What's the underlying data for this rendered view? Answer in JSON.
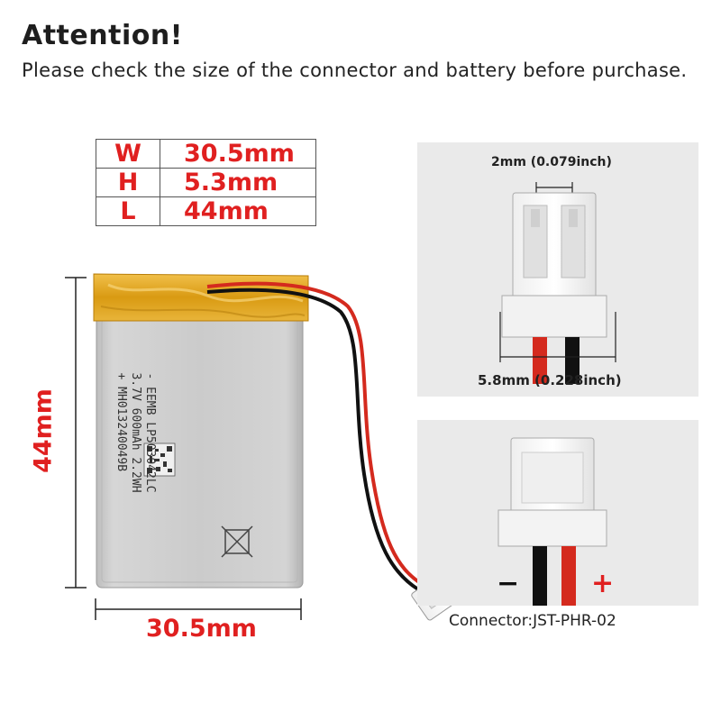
{
  "header": {
    "title": "Attention!",
    "subtitle": "Please check the size of the connector and battery before purchase."
  },
  "dimensions_table": {
    "rows": [
      {
        "key": "W",
        "value": "30.5mm"
      },
      {
        "key": "H",
        "value": "5.3mm"
      },
      {
        "key": "L",
        "value": "44mm"
      }
    ]
  },
  "battery": {
    "length_label": "44mm",
    "width_label": "30.5mm",
    "print_lines": [
      "- EEMB LP503042LC",
      "3.7V 600mAh 2.2WH",
      "+ MH013240049B"
    ]
  },
  "connector": {
    "pitch_label": "2mm (0.079inch)",
    "width_label": "5.8mm (0.228inch)",
    "minus_symbol": "−",
    "plus_symbol": "+",
    "name_label": "Connector:JST-PHR-02"
  },
  "colors": {
    "accent_red": "#e02020",
    "wire_red": "#d42a1e",
    "wire_black": "#111111",
    "kapton_tape": "#e5a51c",
    "cell_silver": "#c9c9c9",
    "panel_bg": "#eaeaea"
  }
}
